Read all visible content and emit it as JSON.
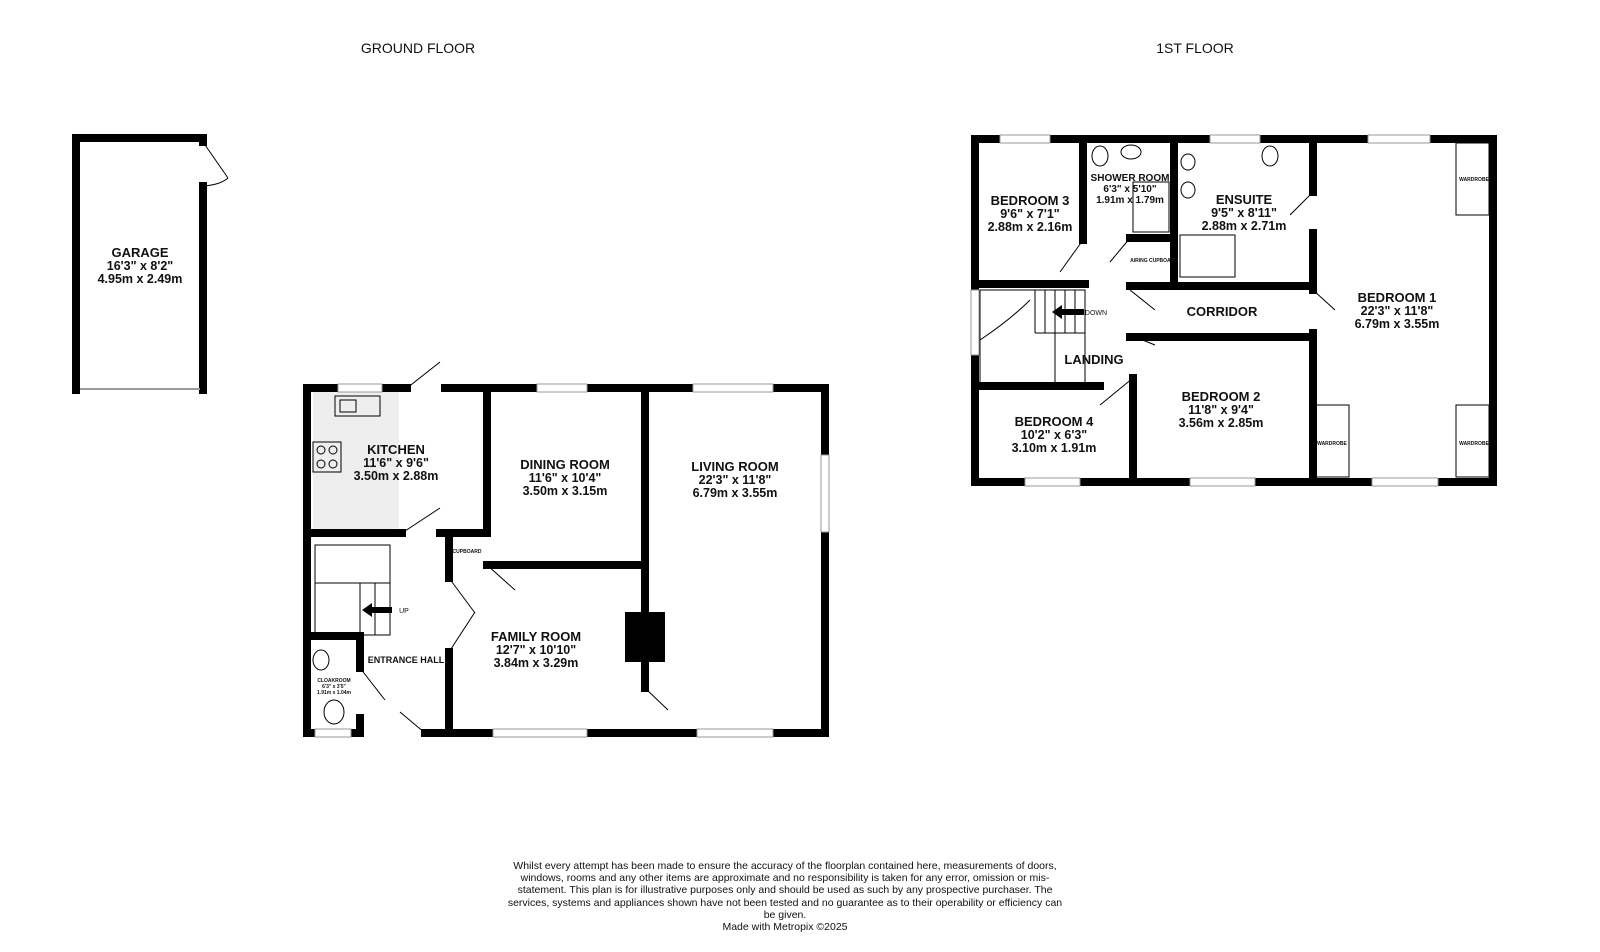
{
  "floors": {
    "ground": {
      "title": "GROUND FLOOR"
    },
    "first": {
      "title": "1ST FLOOR"
    }
  },
  "rooms": {
    "garage": {
      "name": "GARAGE",
      "imperial": "16'3\"  x 8'2\"",
      "metric": "4.95m  x 2.49m"
    },
    "kitchen": {
      "name": "KITCHEN",
      "imperial": "11'6\"  x 9'6\"",
      "metric": "3.50m  x 2.88m"
    },
    "dining": {
      "name": "DINING ROOM",
      "imperial": "11'6\"  x 10'4\"",
      "metric": "3.50m  x 3.15m"
    },
    "living": {
      "name": "LIVING ROOM",
      "imperial": "22'3\"  x 11'8\"",
      "metric": "6.79m  x 3.55m"
    },
    "family": {
      "name": "FAMILY ROOM",
      "imperial": "12'7\"  x 10'10\"",
      "metric": "3.84m  x 3.29m"
    },
    "hall": {
      "name": "ENTRANCE HALL"
    },
    "cloakroom": {
      "name": "CLOAKROOM",
      "imperial": "6'3\"  x 3'5\"",
      "metric": "1.91m  x 1.04m"
    },
    "cupboard": {
      "name": "CUPBOARD"
    },
    "stairs_up": "UP",
    "bedroom3": {
      "name": "BEDROOM 3",
      "imperial": "9'6\"  x 7'1\"",
      "metric": "2.88m  x 2.16m"
    },
    "shower": {
      "name": "SHOWER ROOM",
      "imperial": "6'3\"  x 5'10\"",
      "metric": "1.91m  x 1.79m"
    },
    "ensuite": {
      "name": "ENSUITE",
      "imperial": "9'5\"  x 8'11\"",
      "metric": "2.88m  x 2.71m"
    },
    "bedroom1": {
      "name": "BEDROOM 1",
      "imperial": "22'3\"  x 11'8\"",
      "metric": "6.79m  x 3.55m"
    },
    "corridor": {
      "name": "CORRIDOR"
    },
    "landing": {
      "name": "LANDING"
    },
    "stairs_down": "DOWN",
    "airing": {
      "name": "AIRING CUPBOARD"
    },
    "bedroom4": {
      "name": "BEDROOM 4",
      "imperial": "10'2\"  x 6'3\"",
      "metric": "3.10m  x 1.91m"
    },
    "bedroom2": {
      "name": "BEDROOM 2",
      "imperial": "11'8\"  x 9'4\"",
      "metric": "3.56m  x 2.85m"
    },
    "wardrobe": "WARDROBE"
  },
  "disclaimer": "Whilst every attempt has been made to ensure the accuracy of the floorplan contained here, measurements of doors, windows, rooms and any other items are approximate and no responsibility is taken for any error, omission or mis-statement. This plan is for illustrative purposes only and should be used as such by any prospective purchaser. The services, systems and appliances shown have not been tested and no guarantee as to their operability or efficiency can be given.",
  "credit": "Made with Metropix ©2025"
}
